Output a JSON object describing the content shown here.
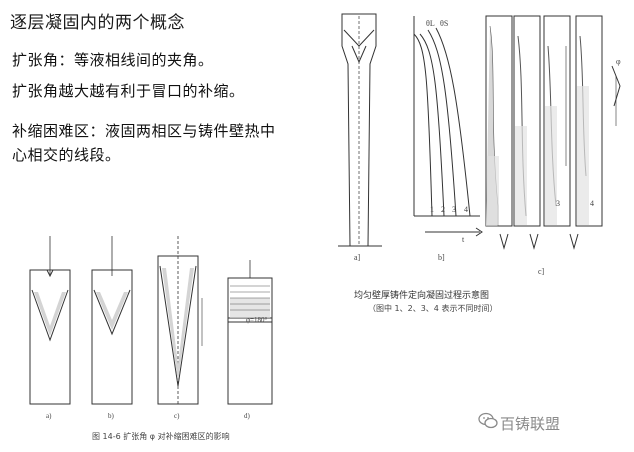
{
  "title": "逐层凝固内的两个概念",
  "lines": [
    "扩张角：等液相线间的夹角。",
    "扩张角越大越有利于冒口的补缩。",
    "补缩困难区：液固两相区与铸件壁热中",
    "心相交的线段。"
  ],
  "right_figure": {
    "caption": "均匀壁厚铸件定向凝固过程示意图",
    "caption_note": "（图中 1、2、3、4 表示不同时间）",
    "labels": {
      "a": "a]",
      "b": "b]",
      "c": "c]",
      "t": "t",
      "curve_nums": [
        "1",
        "2",
        "3",
        "4"
      ],
      "temp_labels": [
        "θL",
        "θS"
      ],
      "phi": "φ"
    }
  },
  "left_figure": {
    "caption": "图 14-6   扩张角 φ 对补缩困难区的影响",
    "sublabels": [
      "a)",
      "b)",
      "c)",
      "d)"
    ],
    "angle_note": "φ=180°"
  },
  "watermark": {
    "icon": "wechat-icon",
    "text": "百铸联盟"
  }
}
